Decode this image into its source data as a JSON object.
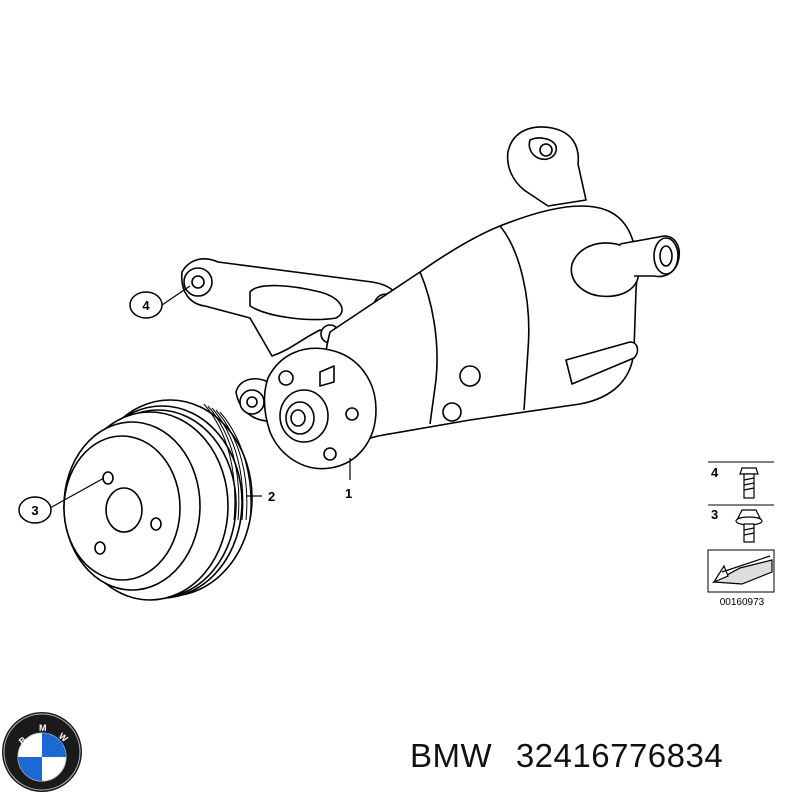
{
  "callouts": [
    {
      "id": "4",
      "label": "4"
    },
    {
      "id": "3",
      "label": "3"
    }
  ],
  "part_labels": [
    {
      "id": "2",
      "label": "2"
    },
    {
      "id": "1",
      "label": "1"
    }
  ],
  "legend": {
    "items": [
      {
        "label": "4",
        "icon": "hex-bolt-icon"
      },
      {
        "label": "3",
        "icon": "flange-bolt-icon"
      }
    ],
    "arrow_icon": "direction-arrow-icon",
    "reference": "00160973"
  },
  "caption": {
    "brand": "BMW",
    "part_number": "32416776834"
  },
  "logo": {
    "text": "BMW",
    "colors": {
      "blue": "#1c69d4",
      "white": "#ffffff",
      "ring": "#111111"
    }
  }
}
